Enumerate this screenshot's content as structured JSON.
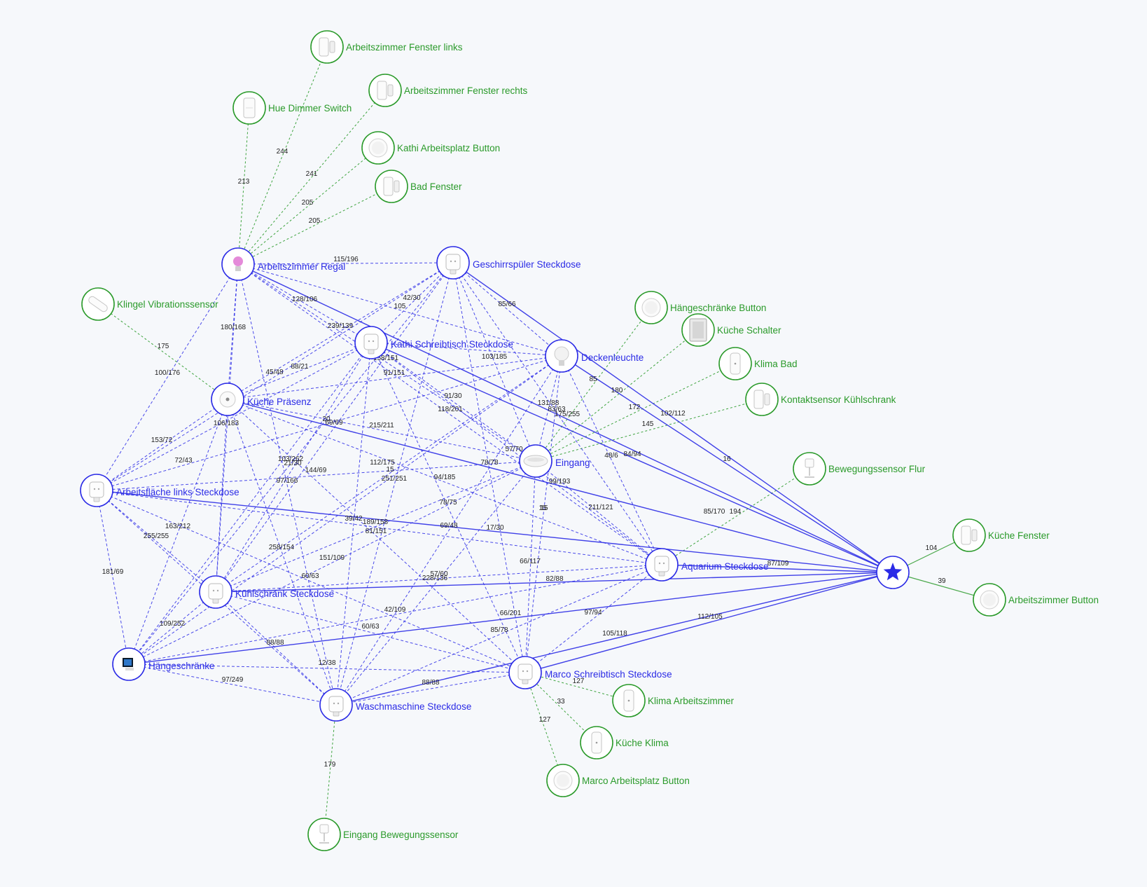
{
  "colors": {
    "router": "#2b2be6",
    "end_device": "#2a9a2a",
    "background": "#f6f8fb",
    "edge_label": "#222222"
  },
  "nodes": [
    {
      "id": "coordinator",
      "label": "",
      "type": "coordinator",
      "icon": "star-icon"
    },
    {
      "id": "ar_regal",
      "label": "Arbeitszimmer Regal",
      "type": "router",
      "icon": "hue-bulb-icon"
    },
    {
      "id": "geschirr",
      "label": "Geschirrspüler Steckdose",
      "type": "router",
      "icon": "smart-plug-icon"
    },
    {
      "id": "kathi_sd",
      "label": "Kathi Schreibtisch Steckdose",
      "type": "router",
      "icon": "smart-plug-icon"
    },
    {
      "id": "decken",
      "label": "Deckenleuchte",
      "type": "router",
      "icon": "bulb-icon"
    },
    {
      "id": "kueche_praes",
      "label": "Küche Präsenz",
      "type": "router",
      "icon": "presence-sensor-icon"
    },
    {
      "id": "eingang",
      "label": "Eingang",
      "type": "router",
      "icon": "ceiling-light-icon"
    },
    {
      "id": "af_links",
      "label": "Arbeitsfläche links Steckdose",
      "type": "router",
      "icon": "smart-plug-icon"
    },
    {
      "id": "aquarium",
      "label": "Aquarium Steckdose",
      "type": "router",
      "icon": "smart-plug-icon"
    },
    {
      "id": "kuehl_sd",
      "label": "Kühlschrank Steckdose",
      "type": "router",
      "icon": "smart-plug-icon"
    },
    {
      "id": "haenge",
      "label": "Hängeschränke",
      "type": "router",
      "icon": "led-controller-icon"
    },
    {
      "id": "marco_sd",
      "label": "Marco Schreibtisch Steckdose",
      "type": "router",
      "icon": "smart-plug-icon"
    },
    {
      "id": "wasch",
      "label": "Waschmaschine Steckdose",
      "type": "router",
      "icon": "smart-plug-icon"
    },
    {
      "id": "az_fl",
      "label": "Arbeitszimmer Fenster links",
      "type": "end_device",
      "icon": "door-sensor-icon"
    },
    {
      "id": "az_fr",
      "label": "Arbeitszimmer Fenster rechts",
      "type": "end_device",
      "icon": "door-sensor-icon"
    },
    {
      "id": "hue_dimmer",
      "label": "Hue Dimmer Switch",
      "type": "end_device",
      "icon": "dimmer-switch-icon"
    },
    {
      "id": "kathi_btn",
      "label": "Kathi Arbeitsplatz Button",
      "type": "end_device",
      "icon": "round-button-icon"
    },
    {
      "id": "bad_fenster",
      "label": "Bad Fenster",
      "type": "end_device",
      "icon": "door-sensor-icon"
    },
    {
      "id": "klingel",
      "label": "Klingel Vibrationssensor",
      "type": "end_device",
      "icon": "vibration-sensor-icon"
    },
    {
      "id": "haenge_btn",
      "label": "Hängeschränke Button",
      "type": "end_device",
      "icon": "round-button-icon"
    },
    {
      "id": "kueche_schalter",
      "label": "Küche Schalter",
      "type": "end_device",
      "icon": "wall-switch-icon"
    },
    {
      "id": "klima_bad",
      "label": "Klima Bad",
      "type": "end_device",
      "icon": "climate-sensor-icon"
    },
    {
      "id": "kontakt_kuehl",
      "label": "Kontaktsensor Kühlschrank",
      "type": "end_device",
      "icon": "door-sensor-icon"
    },
    {
      "id": "bew_flur",
      "label": "Bewegungssensor Flur",
      "type": "end_device",
      "icon": "motion-sensor-icon"
    },
    {
      "id": "kueche_fenster",
      "label": "Küche Fenster",
      "type": "end_device",
      "icon": "door-sensor-icon"
    },
    {
      "id": "az_btn",
      "label": "Arbeitszimmer Button",
      "type": "end_device",
      "icon": "round-button-icon"
    },
    {
      "id": "klima_az",
      "label": "Klima Arbeitszimmer",
      "type": "end_device",
      "icon": "climate-sensor-icon"
    },
    {
      "id": "kueche_klima",
      "label": "Küche Klima",
      "type": "end_device",
      "icon": "climate-sensor-icon"
    },
    {
      "id": "marco_btn",
      "label": "Marco Arbeitsplatz Button",
      "type": "end_device",
      "icon": "round-button-icon"
    },
    {
      "id": "eingang_bew",
      "label": "Eingang Bewegungssensor",
      "type": "end_device",
      "icon": "motion-sensor-icon"
    }
  ],
  "edges": [
    {
      "from": "ar_regal",
      "to": "az_fl",
      "label": "244",
      "kind": "end"
    },
    {
      "from": "ar_regal",
      "to": "hue_dimmer",
      "label": "213",
      "kind": "end"
    },
    {
      "from": "ar_regal",
      "to": "az_fr",
      "label": "241",
      "kind": "end"
    },
    {
      "from": "ar_regal",
      "to": "kathi_btn",
      "label": "205",
      "kind": "end"
    },
    {
      "from": "ar_regal",
      "to": "bad_fenster",
      "label": "205",
      "kind": "end"
    },
    {
      "from": "kueche_praes",
      "to": "klingel",
      "label": "175",
      "kind": "end"
    },
    {
      "from": "eingang",
      "to": "haenge_btn",
      "label": "180",
      "kind": "end"
    },
    {
      "from": "eingang",
      "to": "kueche_schalter",
      "label": "172",
      "kind": "end"
    },
    {
      "from": "eingang",
      "to": "klima_bad",
      "label": "145",
      "kind": "end"
    },
    {
      "from": "eingang",
      "to": "kontakt_kuehl",
      "label": "",
      "kind": "end"
    },
    {
      "from": "aquarium",
      "to": "bew_flur",
      "label": "194",
      "kind": "end"
    },
    {
      "from": "coordinator",
      "to": "kueche_fenster",
      "label": "104",
      "kind": "end_solid"
    },
    {
      "from": "coordinator",
      "to": "az_btn",
      "label": "39",
      "kind": "end_solid"
    },
    {
      "from": "marco_sd",
      "to": "klima_az",
      "label": "127",
      "kind": "end"
    },
    {
      "from": "marco_sd",
      "to": "kueche_klima",
      "label": "33",
      "kind": "end"
    },
    {
      "from": "marco_sd",
      "to": "marco_btn",
      "label": "127",
      "kind": "end"
    },
    {
      "from": "wasch",
      "to": "eingang_bew",
      "label": "179",
      "kind": "end"
    },
    {
      "from": "coordinator",
      "to": "ar_regal",
      "label": "",
      "kind": "solid"
    },
    {
      "from": "coordinator",
      "to": "geschirr",
      "label": "",
      "kind": "solid"
    },
    {
      "from": "coordinator",
      "to": "decken",
      "label": "16",
      "kind": "solid"
    },
    {
      "from": "coordinator",
      "to": "kathi_sd",
      "label": "102/112",
      "kind": "solid"
    },
    {
      "from": "coordinator",
      "to": "kueche_praes",
      "label": "85/170",
      "kind": "solid"
    },
    {
      "from": "coordinator",
      "to": "af_links",
      "label": "",
      "kind": "solid"
    },
    {
      "from": "coordinator",
      "to": "aquarium",
      "label": "87/109",
      "kind": "solid"
    },
    {
      "from": "coordinator",
      "to": "kuehl_sd",
      "label": "",
      "kind": "solid"
    },
    {
      "from": "coordinator",
      "to": "haenge",
      "label": "",
      "kind": "solid"
    },
    {
      "from": "coordinator",
      "to": "marco_sd",
      "label": "112/105",
      "kind": "solid"
    },
    {
      "from": "coordinator",
      "to": "wasch",
      "label": "105/118",
      "kind": "solid"
    },
    {
      "from": "ar_regal",
      "to": "geschirr",
      "label": "115/196",
      "kind": "dash"
    },
    {
      "from": "ar_regal",
      "to": "kathi_sd",
      "label": "128/106",
      "kind": "dash"
    },
    {
      "from": "ar_regal",
      "to": "kueche_praes",
      "label": "180/168",
      "kind": "dash"
    },
    {
      "from": "ar_regal",
      "to": "af_links",
      "label": "100/176",
      "kind": "dash"
    },
    {
      "from": "ar_regal",
      "to": "decken",
      "label": "",
      "kind": "dash"
    },
    {
      "from": "ar_regal",
      "to": "eingang",
      "label": "239/139",
      "kind": "dash"
    },
    {
      "from": "ar_regal",
      "to": "wasch",
      "label": "",
      "kind": "dash"
    },
    {
      "from": "ar_regal",
      "to": "kuehl_sd",
      "label": "",
      "kind": "dash"
    },
    {
      "from": "ar_regal",
      "to": "aquarium",
      "label": "",
      "kind": "dash"
    },
    {
      "from": "geschirr",
      "to": "kathi_sd",
      "label": "42/30",
      "kind": "dash"
    },
    {
      "from": "geschirr",
      "to": "decken",
      "label": "85/66",
      "kind": "dash"
    },
    {
      "from": "geschirr",
      "to": "kueche_praes",
      "label": "45/48",
      "kind": "dash"
    },
    {
      "from": "geschirr",
      "to": "af_links",
      "label": "",
      "kind": "dash"
    },
    {
      "from": "geschirr",
      "to": "eingang",
      "label": "",
      "kind": "dash"
    },
    {
      "from": "geschirr",
      "to": "aquarium",
      "label": "",
      "kind": "dash"
    },
    {
      "from": "geschirr",
      "to": "marco_sd",
      "label": "",
      "kind": "dash"
    },
    {
      "from": "geschirr",
      "to": "kuehl_sd",
      "label": "",
      "kind": "dash"
    },
    {
      "from": "geschirr",
      "to": "wasch",
      "label": "",
      "kind": "dash"
    },
    {
      "from": "geschirr",
      "to": "haenge",
      "label": "",
      "kind": "dash"
    },
    {
      "from": "kathi_sd",
      "to": "decken",
      "label": "103/185",
      "kind": "dash"
    },
    {
      "from": "kathi_sd",
      "to": "kueche_praes",
      "label": "88/21",
      "kind": "dash"
    },
    {
      "from": "kathi_sd",
      "to": "eingang",
      "label": "91/30",
      "kind": "dash"
    },
    {
      "from": "kathi_sd",
      "to": "aquarium",
      "label": "131/88",
      "kind": "dash"
    },
    {
      "from": "kathi_sd",
      "to": "af_links",
      "label": "",
      "kind": "dash"
    },
    {
      "from": "kathi_sd",
      "to": "kuehl_sd",
      "label": "",
      "kind": "dash"
    },
    {
      "from": "kathi_sd",
      "to": "marco_sd",
      "label": "",
      "kind": "dash"
    },
    {
      "from": "kathi_sd",
      "to": "wasch",
      "label": "",
      "kind": "dash"
    },
    {
      "from": "kathi_sd",
      "to": "haenge",
      "label": "",
      "kind": "dash"
    },
    {
      "from": "decken",
      "to": "kueche_praes",
      "label": "",
      "kind": "dash"
    },
    {
      "from": "decken",
      "to": "eingang",
      "label": "",
      "kind": "dash"
    },
    {
      "from": "decken",
      "to": "aquarium",
      "label": "48/6",
      "kind": "dash"
    },
    {
      "from": "decken",
      "to": "af_links",
      "label": "",
      "kind": "dash"
    },
    {
      "from": "decken",
      "to": "kuehl_sd",
      "label": "",
      "kind": "dash"
    },
    {
      "from": "decken",
      "to": "marco_sd",
      "label": "15",
      "kind": "dash"
    },
    {
      "from": "decken",
      "to": "wasch",
      "label": "",
      "kind": "dash"
    },
    {
      "from": "decken",
      "to": "haenge",
      "label": "",
      "kind": "dash"
    },
    {
      "from": "kueche_praes",
      "to": "eingang",
      "label": "215/211",
      "kind": "dash"
    },
    {
      "from": "kueche_praes",
      "to": "af_links",
      "label": "153/72",
      "kind": "dash"
    },
    {
      "from": "kueche_praes",
      "to": "kuehl_sd",
      "label": "106/183",
      "kind": "dash"
    },
    {
      "from": "kueche_praes",
      "to": "aquarium",
      "label": "",
      "kind": "dash"
    },
    {
      "from": "kueche_praes",
      "to": "haenge",
      "label": "",
      "kind": "dash"
    },
    {
      "from": "kueche_praes",
      "to": "wasch",
      "label": "",
      "kind": "dash"
    },
    {
      "from": "kueche_praes",
      "to": "marco_sd",
      "label": "",
      "kind": "dash"
    },
    {
      "from": "eingang",
      "to": "af_links",
      "label": "112/175",
      "kind": "dash"
    },
    {
      "from": "eingang",
      "to": "aquarium",
      "label": "99/193",
      "kind": "dash"
    },
    {
      "from": "eingang",
      "to": "kuehl_sd",
      "label": "94/185",
      "kind": "dash"
    },
    {
      "from": "eingang",
      "to": "marco_sd",
      "label": "15",
      "kind": "dash"
    },
    {
      "from": "eingang",
      "to": "wasch",
      "label": "",
      "kind": "dash"
    },
    {
      "from": "eingang",
      "to": "haenge",
      "label": "",
      "kind": "dash"
    },
    {
      "from": "af_links",
      "to": "aquarium",
      "label": "39/42",
      "kind": "dash"
    },
    {
      "from": "af_links",
      "to": "kuehl_sd",
      "label": "163/212",
      "kind": "dash"
    },
    {
      "from": "af_links",
      "to": "haenge",
      "label": "181/69",
      "kind": "dash"
    },
    {
      "from": "af_links",
      "to": "marco_sd",
      "label": "",
      "kind": "dash"
    },
    {
      "from": "af_links",
      "to": "wasch",
      "label": "255/255",
      "kind": "dash"
    },
    {
      "from": "aquarium",
      "to": "kuehl_sd",
      "label": "57/60",
      "kind": "dash"
    },
    {
      "from": "aquarium",
      "to": "haenge",
      "label": "",
      "kind": "dash"
    },
    {
      "from": "aquarium",
      "to": "marco_sd",
      "label": "97/94",
      "kind": "dash"
    },
    {
      "from": "aquarium",
      "to": "wasch",
      "label": "",
      "kind": "dash"
    },
    {
      "from": "kuehl_sd",
      "to": "haenge",
      "label": "109/252",
      "kind": "dash"
    },
    {
      "from": "kuehl_sd",
      "to": "marco_sd",
      "label": "60/63",
      "kind": "dash"
    },
    {
      "from": "kuehl_sd",
      "to": "wasch",
      "label": "88/88",
      "kind": "dash"
    },
    {
      "from": "haenge",
      "to": "marco_sd",
      "label": "12/38",
      "kind": "dash"
    },
    {
      "from": "haenge",
      "to": "wasch",
      "label": "97/249",
      "kind": "dash"
    },
    {
      "from": "marco_sd",
      "to": "wasch",
      "label": "88/88",
      "kind": "dash"
    }
  ],
  "floating_labels": [
    "105",
    "85",
    "83/63",
    "175/255",
    "84/94",
    "118/201",
    "20",
    "69/69",
    "57/70",
    "78/78",
    "103/262",
    "21/30",
    "97/166",
    "144/69",
    "15",
    "251/251",
    "72/43",
    "211/121",
    "78/75",
    "189/158",
    "81/151",
    "69/48",
    "17/30",
    "258/154",
    "151/109",
    "66/117",
    "60/63",
    "228/136",
    "82/88",
    "42/109",
    "66/201",
    "85/78",
    "158/151",
    "91/151"
  ]
}
